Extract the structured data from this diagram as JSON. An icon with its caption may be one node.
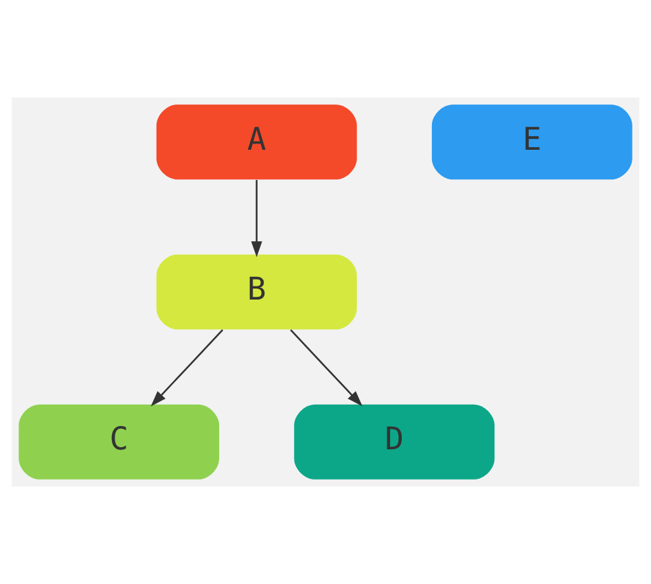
{
  "diagram": {
    "nodes": [
      {
        "text": [
          "A"
        ]
      },
      {
        "text": [
          "B"
        ]
      },
      {
        "text": [
          "C"
        ]
      },
      {
        "text": [
          "D"
        ]
      },
      {
        "text": [
          "E"
        ]
      }
    ],
    "edges": [
      {
        "from": 0,
        "to": 1,
        "arrow": "to"
      },
      {
        "from": 1,
        "to": 2,
        "arrow": "to"
      },
      {
        "from": 1,
        "to": 3,
        "arrow": "to"
      }
    ]
  }
}
